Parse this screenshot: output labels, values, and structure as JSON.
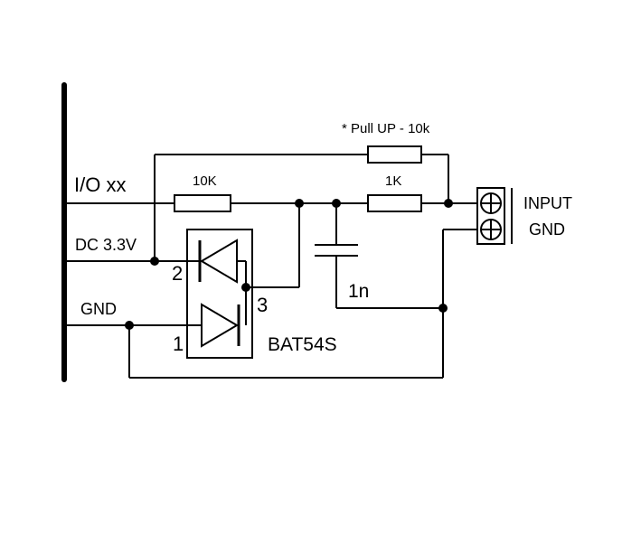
{
  "diagram": {
    "pullup_note": "* Pull UP - 10k",
    "io_label": "I/O xx",
    "dc_label": "DC 3.3V",
    "gnd_left_label": "GND",
    "r_series_label": "10K",
    "r_input_label": "1K",
    "cap_label": "1n",
    "pin_2": "2",
    "pin_1": "1",
    "pin_3": "3",
    "diode_part": "BAT54S",
    "input_label": "INPUT",
    "gnd_right_label": "GND"
  }
}
